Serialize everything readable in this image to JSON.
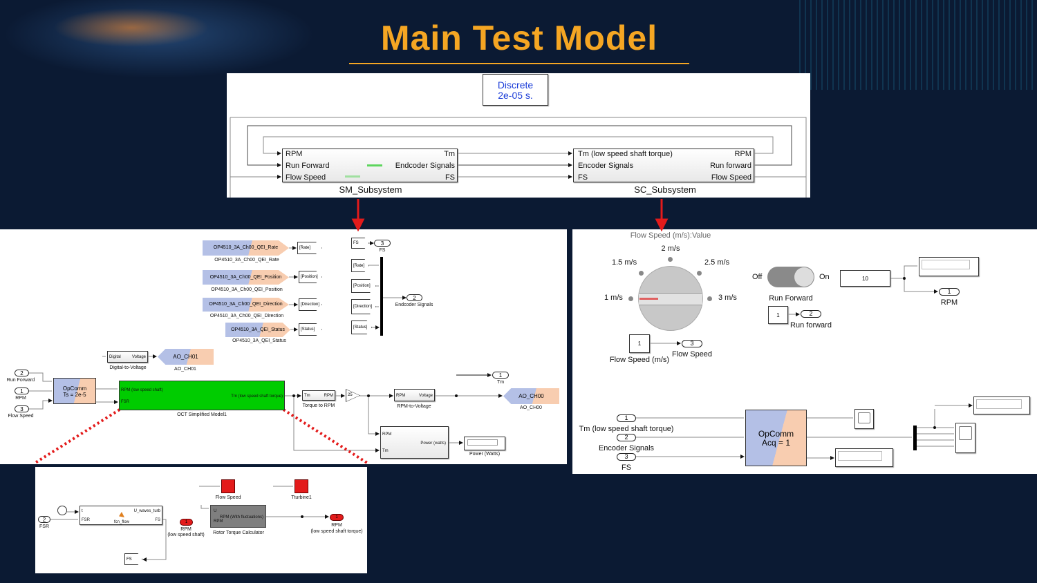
{
  "title": "Main Test Model",
  "colors": {
    "title": "#f5a623",
    "background": "#0b1a33",
    "accent_red": "#e31b1b",
    "green_block": "#00cc00",
    "opcomm_blue": "#b4c0e6",
    "opcomm_peach": "#f8cdb0"
  },
  "top": {
    "discrete": {
      "line1": "Discrete",
      "line2": "2e-05 s."
    },
    "sm": {
      "name": "SM_Subsystem",
      "in": [
        "RPM",
        "Run Forward",
        "Flow Speed"
      ],
      "out": [
        "Tm",
        "Endcoder Signals",
        "FS"
      ]
    },
    "sc": {
      "name": "SC_Subsystem",
      "in": [
        "Tm (low speed shaft torque)",
        "Encoder Signals",
        "FS"
      ],
      "out": [
        "RPM",
        "Run forward",
        "Flow Speed"
      ]
    }
  },
  "left": {
    "qei": [
      {
        "block": "OP4510_3A_Ch00_QEI_Rate",
        "label": "OP4510_3A_Ch00_QEI_Rate",
        "goto": "[Rate]"
      },
      {
        "block": "OP4510_3A_Ch00_QEI_Position",
        "label": "OP4510_3A_Ch00_QEI_Position",
        "goto": "[Position]"
      },
      {
        "block": "OP4510_3A_Ch00_QEI_Direction",
        "label": "OP4510_3A_Ch00_QEI_Direction",
        "goto": "[Direction]"
      },
      {
        "block": "OP4510_3A_QEI_Status",
        "label": "OP4510_3A_QEI_Status",
        "goto": "[Status]"
      }
    ],
    "from_fs": "FS",
    "out_fs": {
      "num": "3",
      "label": "FS"
    },
    "froms": [
      "[Rate]",
      "[Position]",
      "[Direction]",
      "[Status]"
    ],
    "out_enc": {
      "num": "2",
      "label": "Endcoder Signals"
    },
    "d2v": {
      "in": "Digital",
      "out": "Voltage",
      "label": "Digital-to-Voltage"
    },
    "ao1": {
      "name": "AO_CH01",
      "label": "AO_CH01"
    },
    "inports": [
      {
        "num": "2",
        "label": "Run Forward"
      },
      {
        "num": "1",
        "label": "RPM"
      },
      {
        "num": "3",
        "label": "Flow Speed"
      }
    ],
    "opcomm": {
      "line1": "OpComm",
      "line2": "Ts = 2e-5"
    },
    "oct": {
      "in1": "RPM  (low speed shaft)",
      "in2": "FSR",
      "out": "Tm (low speed shaft torque)",
      "label": "OCT Simplified Model1"
    },
    "t2r": {
      "in": "Tm",
      "out": "RPM",
      "label": "Torque to RPM"
    },
    "gain": "25",
    "r2v": {
      "in": "RPM",
      "out": "Voltage",
      "label": "RPM-to-Voltage"
    },
    "out_tm": {
      "num": "1",
      "label": "Tm"
    },
    "ao0": {
      "name": "AO_CH00",
      "label": "AO_CH00"
    },
    "power": {
      "in1": "RPM",
      "in2": "Tm",
      "out": "Power (watts)",
      "display_label": "Power (Watts)"
    }
  },
  "right": {
    "knob": {
      "title": "Flow Speed (m/s):Value",
      "ticks": [
        "1 m/s",
        "1.5 m/s",
        "2 m/s",
        "2.5 m/s",
        "3 m/s"
      ],
      "value": "1 m/s"
    },
    "flow_const": {
      "value": "1",
      "label": "Flow Speed (m/s)",
      "out_num": "3",
      "out_label": "Flow Speed"
    },
    "toggle": {
      "off": "Off",
      "on": "On",
      "label": "Run Forward",
      "state": "on"
    },
    "run_const": {
      "value": "1",
      "out_num": "2",
      "out_label": "Run forward"
    },
    "rpm_const": {
      "value": "10",
      "out_num": "1",
      "out_label": "RPM"
    },
    "inports": [
      {
        "num": "1",
        "label": "Tm (low speed shaft torque)"
      },
      {
        "num": "2",
        "label": "Encoder Signals"
      },
      {
        "num": "3",
        "label": "FS"
      }
    ],
    "opcomm": {
      "line1": "OpComm",
      "line2": "Acq = 1"
    }
  },
  "bottom": {
    "inport": {
      "num": "2",
      "label": "FSR"
    },
    "fcn": {
      "in1": "t",
      "in2": "FSR",
      "out1": "U_waves_turb",
      "out2": "FS",
      "name": "fcn_flow"
    },
    "scope1": "Flow Speed",
    "scope2": "Tturbine1",
    "rpm_in": {
      "num": "1",
      "label1": "RPM",
      "label2": "(low speed shaft)"
    },
    "rotor": {
      "in1": "U",
      "in2": "RPM",
      "out": "RPM (With fluctuations)",
      "label": "Rotor Torque Calculator"
    },
    "out": {
      "num": "1",
      "label1": "RPM",
      "label2": "(low speed shaft torque)"
    },
    "goto_fs": "FS"
  }
}
